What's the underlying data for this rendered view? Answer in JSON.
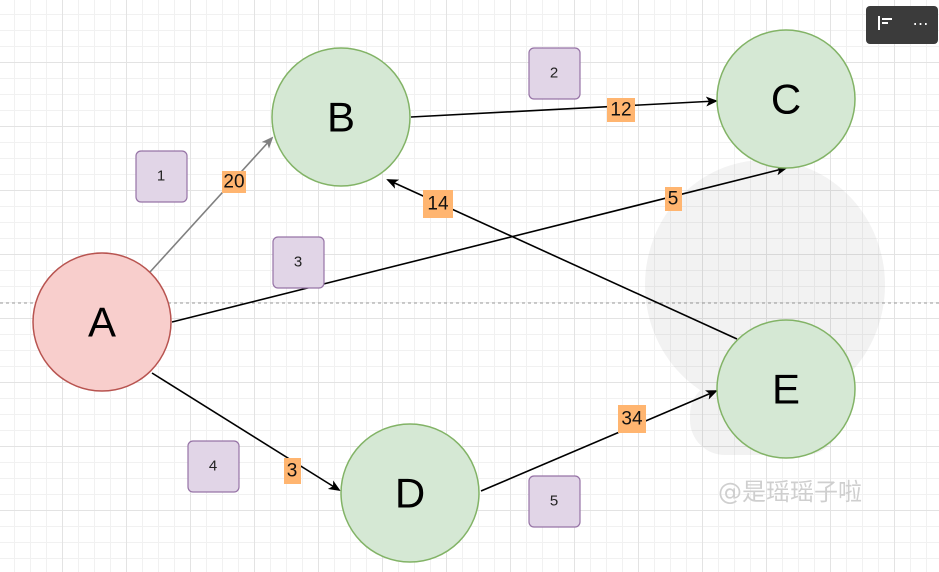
{
  "nodes": [
    {
      "id": "A",
      "label": "A"
    },
    {
      "id": "B",
      "label": "B"
    },
    {
      "id": "C",
      "label": "C"
    },
    {
      "id": "D",
      "label": "D"
    },
    {
      "id": "E",
      "label": "E"
    }
  ],
  "edges": [
    {
      "from": "A",
      "to": "B",
      "weight": "20"
    },
    {
      "from": "B",
      "to": "C",
      "weight": "12"
    },
    {
      "from": "A",
      "to": "C",
      "weight": "5"
    },
    {
      "from": "E",
      "to": "B",
      "weight": "14"
    },
    {
      "from": "A",
      "to": "D",
      "weight": "3"
    },
    {
      "from": "D",
      "to": "E",
      "weight": "34"
    }
  ],
  "steps": [
    "1",
    "2",
    "3",
    "4",
    "5"
  ],
  "watermark": "@是瑶瑶子啦",
  "colors": {
    "start_fill": "#f8cecc",
    "start_stroke": "#b85450",
    "node_fill": "#d5e8d4",
    "node_stroke": "#82b366",
    "weight_bg": "#ffb570",
    "step_fill": "#e1d5e7",
    "step_stroke": "#9673a6",
    "grey_edge": "#808080",
    "edge": "#000000"
  },
  "toolbar": {
    "icons": [
      "outline-icon",
      "more-icon"
    ]
  }
}
